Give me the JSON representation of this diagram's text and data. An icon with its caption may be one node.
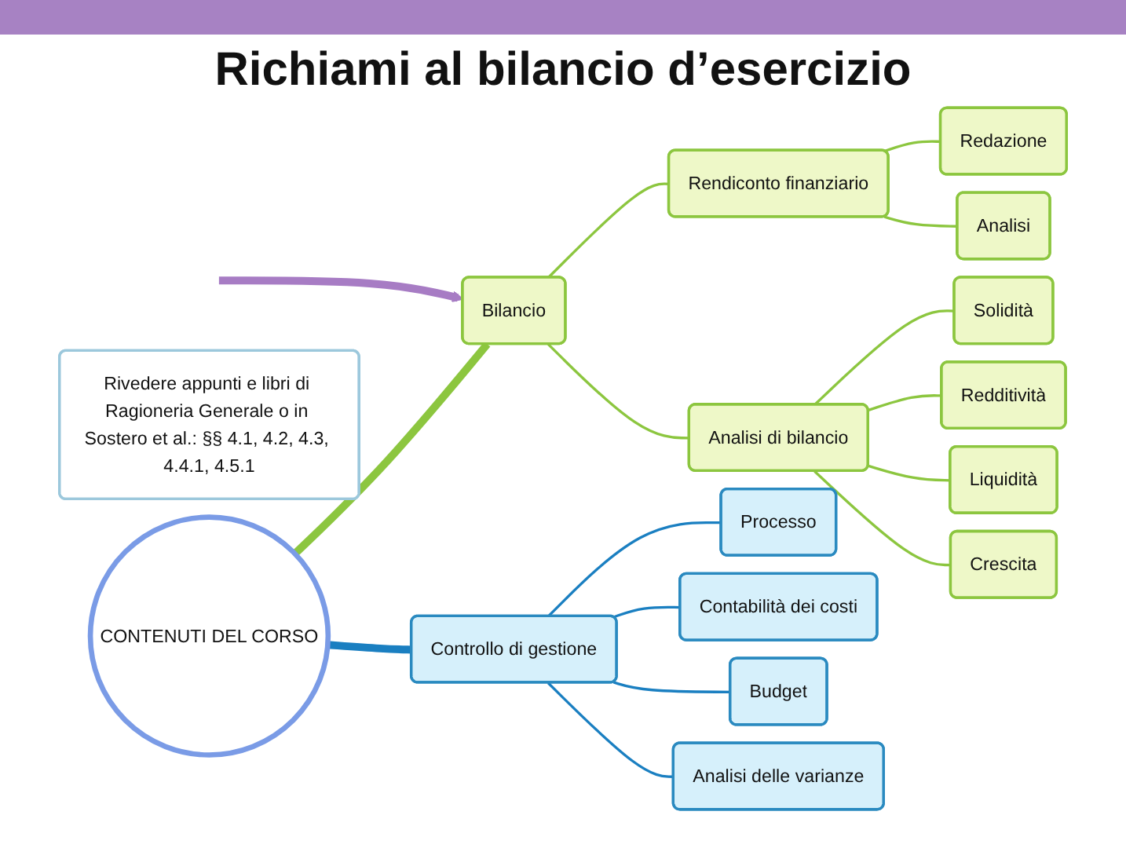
{
  "diagram": {
    "title": "Richiami al bilancio d’esercizio",
    "nodes": [
      {
        "text": [
          "CONTENUTI DEL CORSO"
        ]
      },
      {
        "text": [
          "Bilancio"
        ]
      },
      {
        "text": [
          "Rendiconto finanziario"
        ]
      },
      {
        "text": [
          "Redazione"
        ]
      },
      {
        "text": [
          "Analisi"
        ]
      },
      {
        "text": [
          "Analisi di bilancio"
        ]
      },
      {
        "text": [
          "Solidità"
        ]
      },
      {
        "text": [
          "Redditività"
        ]
      },
      {
        "text": [
          "Liquidità"
        ]
      },
      {
        "text": [
          "Crescita"
        ]
      },
      {
        "text": [
          "Controllo di gestione"
        ]
      },
      {
        "text": [
          "Processo"
        ]
      },
      {
        "text": [
          "Contabilità dei costi"
        ]
      },
      {
        "text": [
          "Budget"
        ]
      },
      {
        "text": [
          "Analisi delle varianze"
        ]
      },
      {
        "text": [
          "Rivedere appunti e libri di Ragioneria Generale o in Sostero et al.: §§ 4.1, 4.2, 4.3, 4.4.1, 4.5.1"
        ]
      }
    ],
    "edges": [
      {
        "from": null,
        "to": 1,
        "arrow": "to",
        "style": "thick",
        "color": "#a77cc4"
      },
      {
        "from": 0,
        "to": 1,
        "arrow": "none",
        "style": "thick"
      },
      {
        "from": 1,
        "to": 2,
        "arrow": "none"
      },
      {
        "from": 2,
        "to": 3,
        "arrow": "none"
      },
      {
        "from": 2,
        "to": 4,
        "arrow": "none"
      },
      {
        "from": 1,
        "to": 5,
        "arrow": "none"
      },
      {
        "from": 5,
        "to": 6,
        "arrow": "none"
      },
      {
        "from": 5,
        "to": 7,
        "arrow": "none"
      },
      {
        "from": 5,
        "to": 8,
        "arrow": "none"
      },
      {
        "from": 5,
        "to": 9,
        "arrow": "none"
      },
      {
        "from": 0,
        "to": 10,
        "arrow": "none",
        "style": "thick",
        "color": "#1a7fc1"
      },
      {
        "from": 10,
        "to": 11,
        "arrow": "none",
        "color": "#1a7fc1"
      },
      {
        "from": 10,
        "to": 12,
        "arrow": "none",
        "color": "#1a7fc1"
      },
      {
        "from": 10,
        "to": 13,
        "arrow": "none",
        "color": "#1a7fc1"
      },
      {
        "from": 10,
        "to": 14,
        "arrow": "none",
        "color": "#1a7fc1"
      }
    ]
  }
}
